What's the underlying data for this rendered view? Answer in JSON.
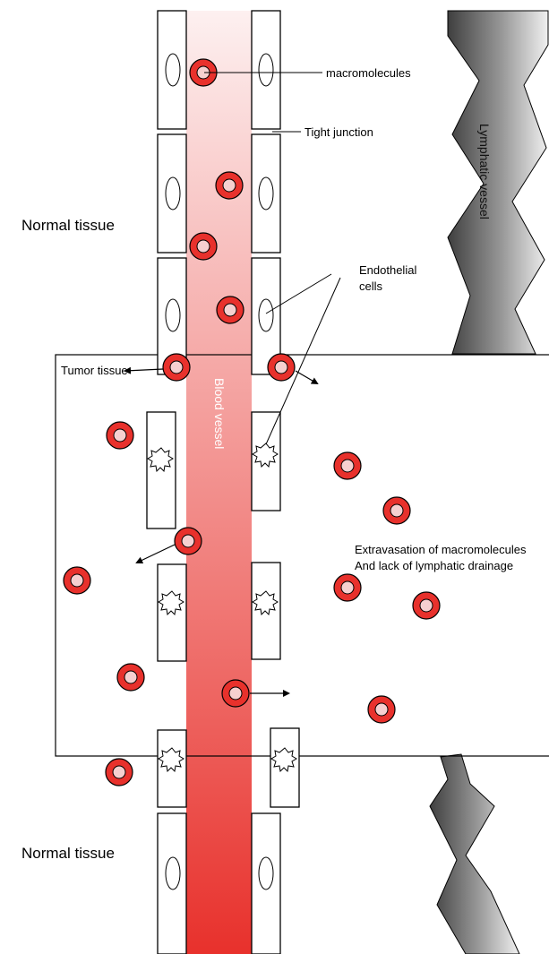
{
  "labels": {
    "macromolecules": "macromolecules",
    "tight_junction": "Tight junction",
    "normal_tissue_top": "Normal tissue",
    "normal_tissue_bottom": "Normal tissue",
    "endothelial_line1": "Endothelial",
    "endothelial_line2": "cells",
    "tumor_tissue": "Tumor tissue",
    "blood_vessel": "Blood vessel",
    "lymphatic_vessel": "Lymphatic vessel",
    "extravasation_line1": "Extravasation of macromolecules",
    "extravasation_line2": "And lack of lymphatic drainage"
  },
  "colors": {
    "blood_light": "#fbe8e8",
    "blood_dark": "#e8312c",
    "molecule_ring": "#e8312c",
    "lymph_dark": "#4a4a4a",
    "lymph_light": "#e6e6e6"
  }
}
